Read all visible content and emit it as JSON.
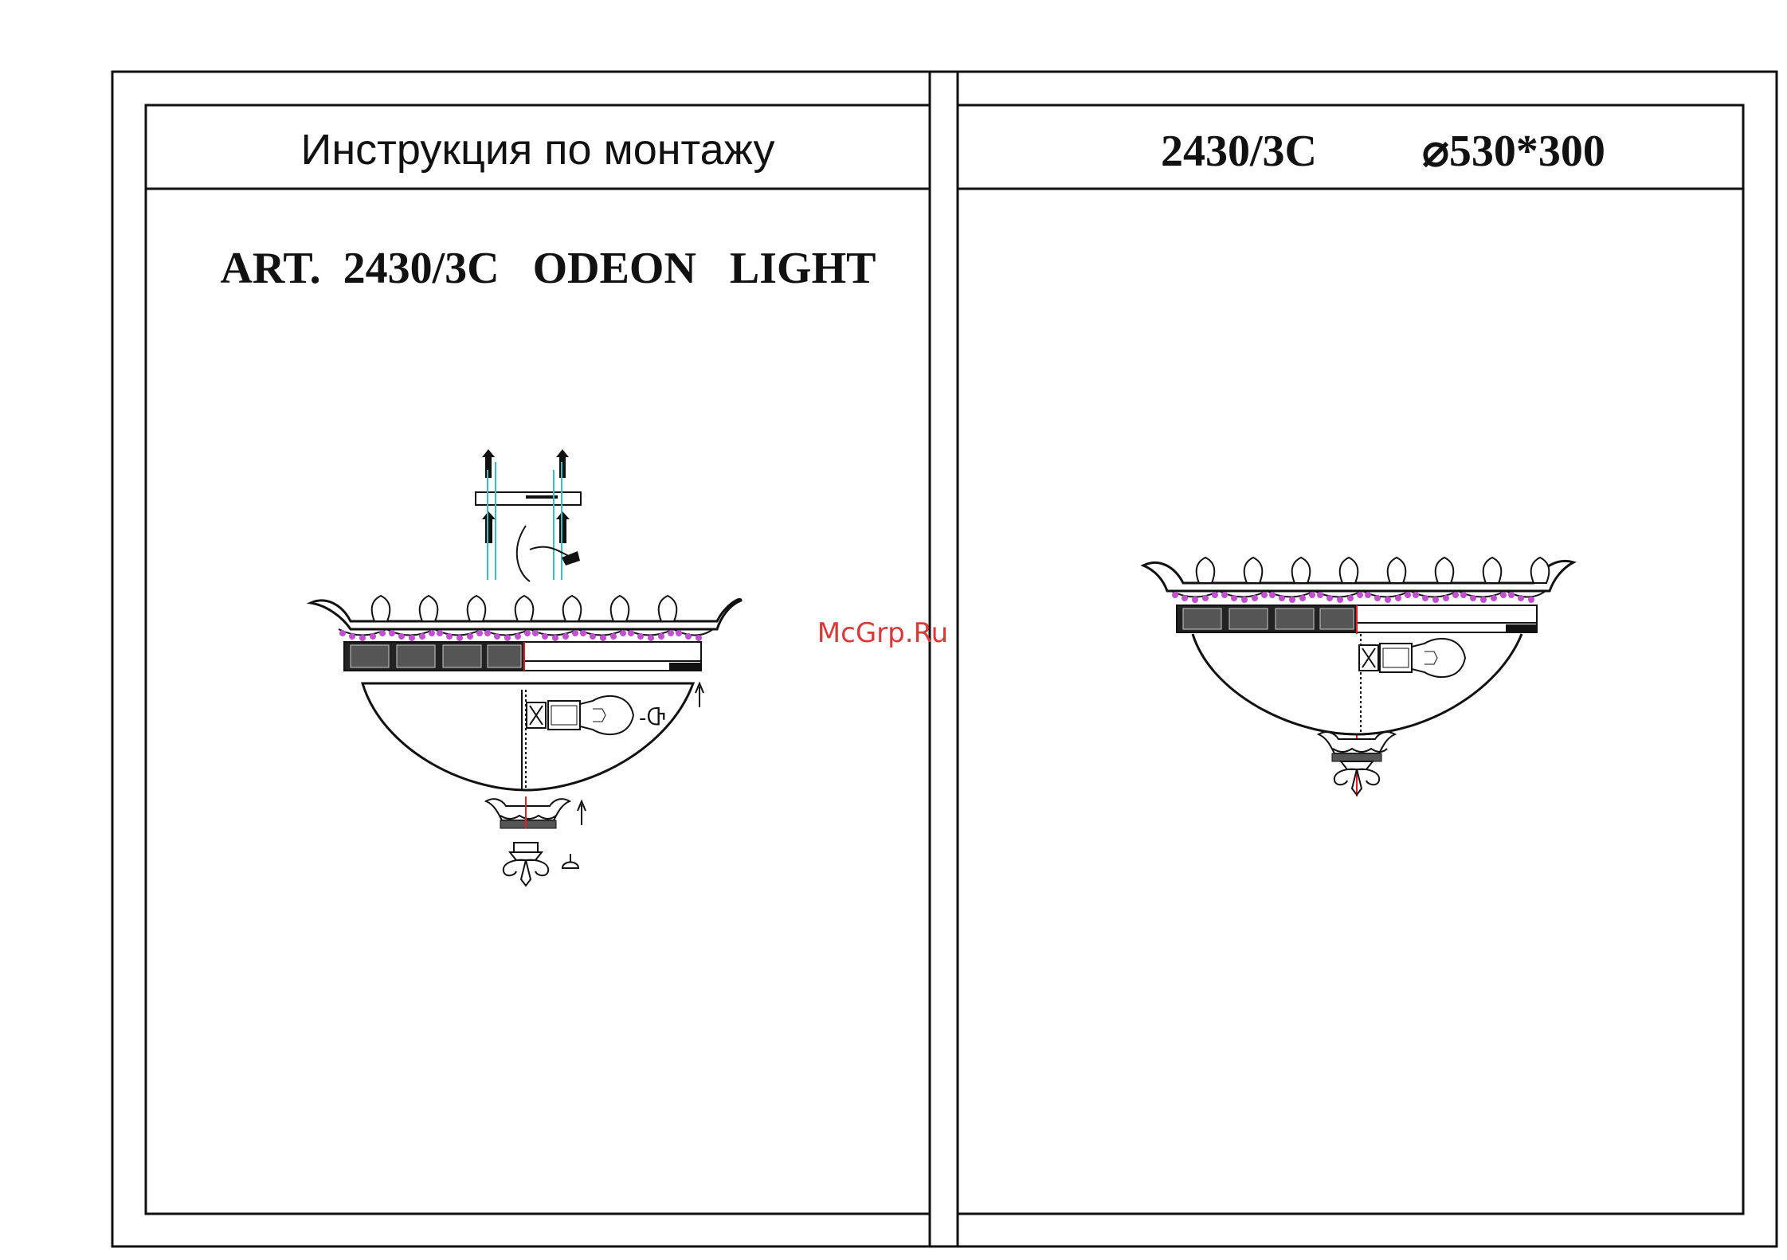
{
  "left_panel": {
    "header": "Инструкция по монтажу",
    "art_line": "ART.  2430/3C   ODEON   LIGHT"
  },
  "right_panel": {
    "model": "2430/3C",
    "dimensions": "⌀530*300"
  },
  "watermark": "McGrp.Ru",
  "colors": {
    "line": "#111111",
    "crown_accent": "#c050d0",
    "guide_line": "#2ec4c4",
    "red_marker": "#e02020",
    "watermark": "#d83a3a"
  }
}
